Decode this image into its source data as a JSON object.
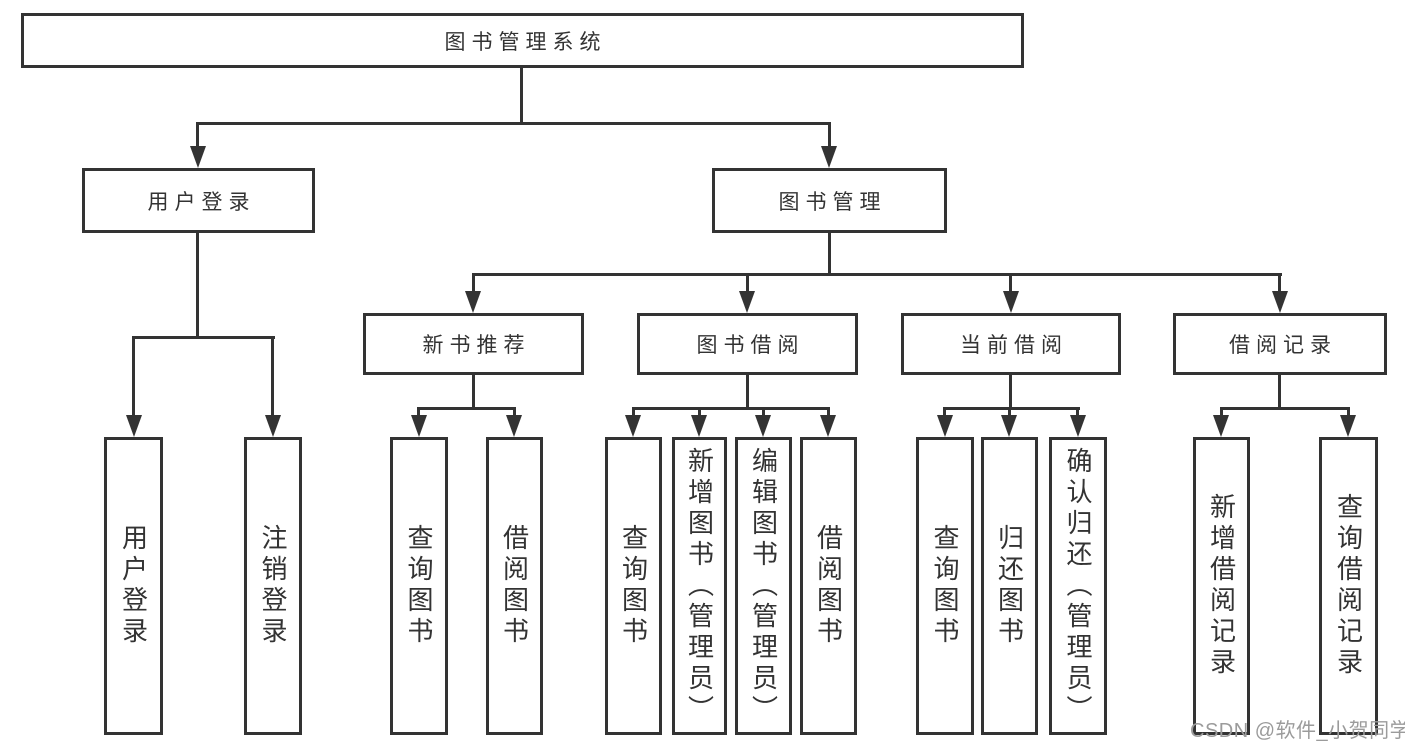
{
  "diagram": {
    "title": {
      "label": "图书管理系统"
    },
    "level2": [
      {
        "label": "用户登录"
      },
      {
        "label": "图书管理"
      }
    ],
    "level3": [
      {
        "label": "新书推荐"
      },
      {
        "label": "图书借阅"
      },
      {
        "label": "当前借阅"
      },
      {
        "label": "借阅记录"
      }
    ],
    "leaves": {
      "user_login": [
        "用户登录",
        "注销登录"
      ],
      "new_book_recommend": [
        "查询图书",
        "借阅图书"
      ],
      "book_borrow": [
        "查询图书",
        "新增图书（管理员）",
        "编辑图书（管理员）",
        "借阅图书"
      ],
      "current_borrow": [
        "查询图书",
        "归还图书",
        "确认归还（管理员）"
      ],
      "borrow_record": [
        "新增借阅记录",
        "查询借阅记录"
      ]
    },
    "colors": {
      "line": "#333333",
      "text": "#333333",
      "box_background": "#ffffff",
      "watermark": "#9b9b9b"
    },
    "watermark": {
      "text": "CSDN @软件_小贺同学"
    }
  }
}
